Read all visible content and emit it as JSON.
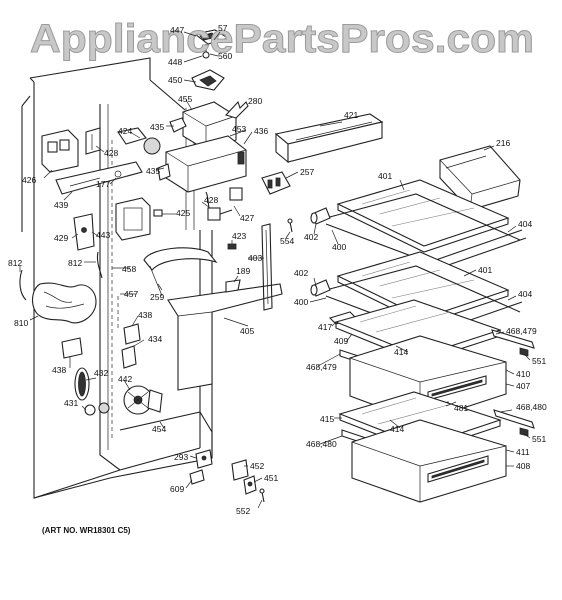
{
  "watermark": "AppliancePartsPros.com",
  "art_number": "(ART NO. WR18301 C5)",
  "colors": {
    "line": "#222222",
    "watermark": "#c8c8c8",
    "background": "#ffffff"
  },
  "part_labels": [
    {
      "id": "447",
      "text": "447"
    },
    {
      "id": "57",
      "text": "57"
    },
    {
      "id": "560",
      "text": "560"
    },
    {
      "id": "448",
      "text": "448"
    },
    {
      "id": "450",
      "text": "450"
    },
    {
      "id": "455",
      "text": "455"
    },
    {
      "id": "280",
      "text": "280"
    },
    {
      "id": "421",
      "text": "421"
    },
    {
      "id": "424",
      "text": "424"
    },
    {
      "id": "435a",
      "text": "435"
    },
    {
      "id": "453",
      "text": "453"
    },
    {
      "id": "436",
      "text": "436"
    },
    {
      "id": "216",
      "text": "216"
    },
    {
      "id": "426",
      "text": "426"
    },
    {
      "id": "428a",
      "text": "428"
    },
    {
      "id": "435b",
      "text": "435"
    },
    {
      "id": "257",
      "text": "257"
    },
    {
      "id": "401a",
      "text": "401"
    },
    {
      "id": "439",
      "text": "439"
    },
    {
      "id": "177",
      "text": "177"
    },
    {
      "id": "428b",
      "text": "428"
    },
    {
      "id": "425",
      "text": "425"
    },
    {
      "id": "427",
      "text": "427"
    },
    {
      "id": "554",
      "text": "554"
    },
    {
      "id": "402a",
      "text": "402"
    },
    {
      "id": "400a",
      "text": "400"
    },
    {
      "id": "404a",
      "text": "404"
    },
    {
      "id": "429",
      "text": "429"
    },
    {
      "id": "443",
      "text": "443"
    },
    {
      "id": "423",
      "text": "423"
    },
    {
      "id": "401b",
      "text": "401"
    },
    {
      "id": "812a",
      "text": "812"
    },
    {
      "id": "812b",
      "text": "812"
    },
    {
      "id": "458",
      "text": "458"
    },
    {
      "id": "403",
      "text": "403"
    },
    {
      "id": "189",
      "text": "189"
    },
    {
      "id": "402b",
      "text": "402"
    },
    {
      "id": "400b",
      "text": "400"
    },
    {
      "id": "457",
      "text": "457"
    },
    {
      "id": "259",
      "text": "259"
    },
    {
      "id": "404b",
      "text": "404"
    },
    {
      "id": "810",
      "text": "810"
    },
    {
      "id": "417",
      "text": "417"
    },
    {
      "id": "405",
      "text": "405"
    },
    {
      "id": "438a",
      "text": "438"
    },
    {
      "id": "468_479a",
      "text": "468,479"
    },
    {
      "id": "409",
      "text": "409"
    },
    {
      "id": "434",
      "text": "434"
    },
    {
      "id": "414a",
      "text": "414"
    },
    {
      "id": "551a",
      "text": "551"
    },
    {
      "id": "438b",
      "text": "438"
    },
    {
      "id": "468_479b",
      "text": "468,479"
    },
    {
      "id": "410",
      "text": "410"
    },
    {
      "id": "432",
      "text": "432"
    },
    {
      "id": "442",
      "text": "442"
    },
    {
      "id": "407",
      "text": "407"
    },
    {
      "id": "431",
      "text": "431"
    },
    {
      "id": "481",
      "text": "481"
    },
    {
      "id": "468_480a",
      "text": "468,480"
    },
    {
      "id": "415",
      "text": "415"
    },
    {
      "id": "454",
      "text": "454"
    },
    {
      "id": "414b",
      "text": "414"
    },
    {
      "id": "551b",
      "text": "551"
    },
    {
      "id": "468_480b",
      "text": "468,480"
    },
    {
      "id": "411",
      "text": "411"
    },
    {
      "id": "293",
      "text": "293"
    },
    {
      "id": "452",
      "text": "452"
    },
    {
      "id": "408",
      "text": "408"
    },
    {
      "id": "451",
      "text": "451"
    },
    {
      "id": "609",
      "text": "609"
    },
    {
      "id": "552",
      "text": "552"
    }
  ]
}
